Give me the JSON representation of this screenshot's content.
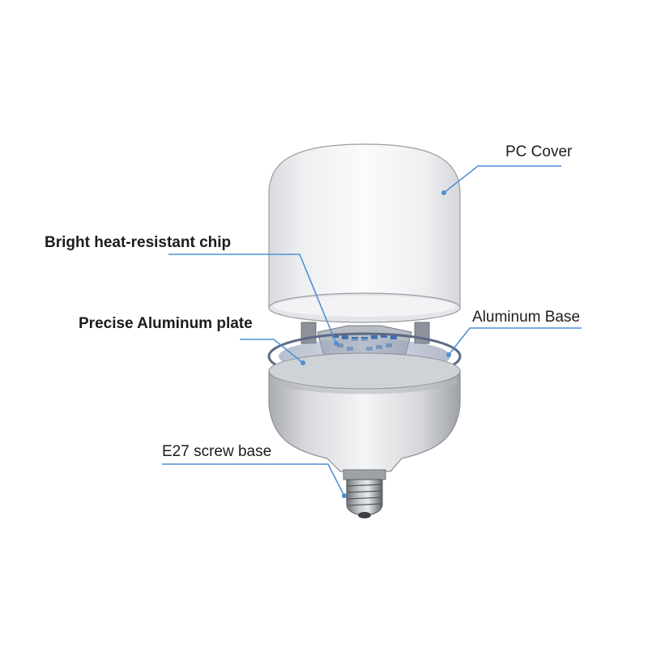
{
  "diagram": {
    "type": "labeled-product-exploded-view",
    "subject": "LED bulb",
    "leader_color": "#4f8fd6",
    "labels": {
      "pc_cover": "PC Cover",
      "chip": "Bright heat-resistant chip",
      "plate": "Precise Aluminum plate",
      "base": "Aluminum Base",
      "screw": "E27 screw base"
    }
  }
}
